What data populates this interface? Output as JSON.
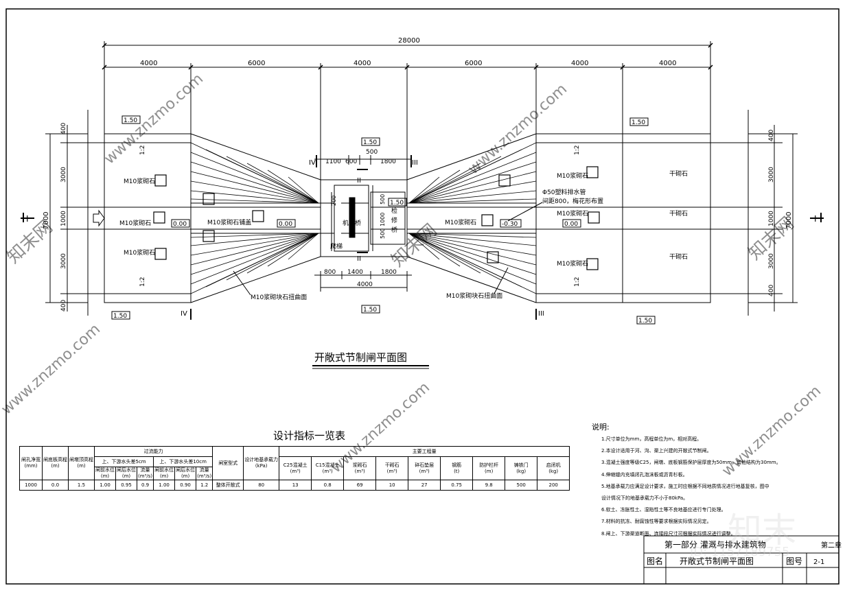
{
  "drawing": {
    "title": "开敞式节制闸平面图",
    "overall_dim": "28000",
    "segment_dims": [
      "4000",
      "6000",
      "4000",
      "6000",
      "4000",
      "4000"
    ],
    "left_side_dims": [
      "400",
      "3000",
      "1000",
      "3000",
      "400"
    ],
    "left_total": "7000",
    "right_side_dims": [
      "400",
      "3000",
      "1000",
      "3000",
      "400"
    ],
    "right_total": "7000",
    "top_detail_dims": [
      "1100",
      "600",
      "500",
      "1800"
    ],
    "bottom_detail_dims": [
      "800",
      "1400",
      "1800"
    ],
    "bottom_detail_total": "4000",
    "vertical_detail_dims": [
      "200",
      "500",
      "1000",
      "500"
    ],
    "slopes": [
      "1.50",
      "1.50",
      "1.50",
      "1.50",
      "1.50",
      "1.50"
    ],
    "ratios": [
      "1:2",
      "1:2",
      "1:2",
      "1:2"
    ],
    "elevations": [
      "0.00",
      "0.00",
      "-0.30",
      "0.00"
    ],
    "section_marks": [
      "I",
      "I",
      "II",
      "II",
      "III",
      "III",
      "IV",
      "IV"
    ],
    "labels": {
      "m10_masonry": "M10浆砌石",
      "m10_pavement": "M10浆砌石铺盖",
      "dry_masonry": "干砌石",
      "twist_surface": "M10浆砌块石扭曲面",
      "drain_pipe_1": "Φ50塑料排水管",
      "drain_pipe_2": "间距800，梅花形布置",
      "machine_bridge": "机架桥",
      "inspection_1": "检",
      "inspection_2": "修",
      "inspection_3": "桥",
      "ladder": "爬梯"
    }
  },
  "spec_table": {
    "title": "设计指标一览表",
    "h_kong": "闸孔净宽",
    "h_kong_unit": "(mm)",
    "h_dib": "闸底板高程",
    "h_dib_unit": "(m)",
    "h_dunding": "闸墩顶高程",
    "h_dunding_unit": "(m)",
    "h_guoliu": "过流能力",
    "h_sub1": "上、下游水头差5cm",
    "h_sub2": "上、下游水头差10cm",
    "h_qian": "闸前水位",
    "h_hou": "闸后水位",
    "h_liuliang": "流量",
    "u_m": "(m)",
    "u_q": "(m³/s)",
    "h_jiegou": "闸室型式",
    "h_chengzai": "设计地基承载力",
    "h_chengzai_unit": "(kPa)",
    "h_gongcheng": "主要工程量",
    "cols": [
      {
        "name": "C25混凝土",
        "unit": "(m³)"
      },
      {
        "name": "C15混凝土",
        "unit": "(m³)"
      },
      {
        "name": "浆砌石",
        "unit": "(m³)"
      },
      {
        "name": "干砌石",
        "unit": "(m³)"
      },
      {
        "name": "碎石垫层",
        "unit": "(m³)"
      },
      {
        "name": "钢筋",
        "unit": "(t)"
      },
      {
        "name": "防护栏杆",
        "unit": "(m)"
      },
      {
        "name": "铸铁门",
        "unit": "(kg)"
      },
      {
        "name": "启闭机",
        "unit": "(kg)"
      }
    ],
    "row": [
      "1000",
      "0.0",
      "1.5",
      "1.00",
      "0.95",
      "0.9",
      "1.00",
      "0.90",
      "1.2",
      "整体开敞式",
      "80",
      "13",
      "0.8",
      "69",
      "10",
      "27",
      "0.75",
      "9.8",
      "500",
      "200"
    ]
  },
  "notes": {
    "heading": "说明:",
    "lines": [
      "1.尺寸单位为mm，高程单位为m，相对高程。",
      "2.本设计适用于河、沟、渠上兴建的开敞式节制闸。",
      "3.混凝土强度等级C25，闸墩、底板钢筋保护层厚度为50mm，其他结构为30mm。",
      "4.伸缩缝内充填闭孔泡沫板或沥青杉板。",
      "5.地基承载力应满足设计要求，施工时应根据不同地质情况进行地基复核，图中",
      "  设计情况下的地基承载力不小于80kPa。",
      "6.软土、冻胀性土、湿陷性土等不良地基应进行专门处理。",
      "7.材料的抗冻、耐腐蚀性等要求根据实际情况另定。",
      "8.闸上、下游渠道断面、连接段尺寸可根据实际情况进行调整。"
    ]
  },
  "title_block": {
    "row1": "第一部分  灌溉与排水建筑物",
    "row1_right": "第二章",
    "label_name": "图名",
    "name": "开敞式节制闸平面图",
    "label_no": "图号",
    "no": "2-1"
  },
  "watermark": {
    "site": "www.znzmo.com",
    "brand": "知末",
    "brand_cn": "知末网",
    "id": "ID: 1157189755"
  }
}
